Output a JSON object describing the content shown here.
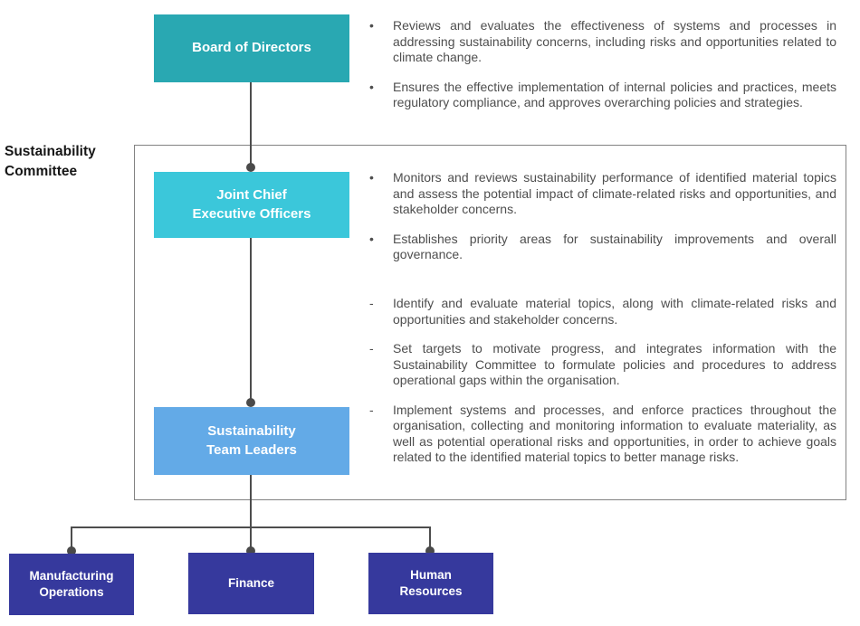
{
  "left_label": {
    "text": "Sustainability\nCommittee"
  },
  "org_chart": {
    "board": {
      "label": "Board of Directors"
    },
    "executives": {
      "label": "Joint Chief\nExecutive Officers"
    },
    "team_leaders": {
      "label": "Sustainability\nTeam Leaders"
    },
    "departments": [
      {
        "label": "Manufacturing\nOperations"
      },
      {
        "label": "Finance"
      },
      {
        "label": "Human\nResources"
      }
    ]
  },
  "points": {
    "board": {
      "marker": "•",
      "items": [
        "Reviews and evaluates the effectiveness of systems and processes in addressing sustainability concerns, including risks and opportunities related to climate change.",
        "Ensures the effective implementation of internal policies and practices, meets regulatory compliance, and approves overarching policies and strategies."
      ]
    },
    "executives": {
      "marker": "•",
      "items": [
        "Monitors and reviews sustainability performance of identified material topics and assess the potential impact of climate-related risks and opportunities, and stakeholder concerns.",
        "Establishes priority areas for sustainability improvements and overall governance."
      ]
    },
    "team_leaders": {
      "marker": "-",
      "items": [
        "Identify and evaluate material topics, along with climate-related risks and opportunities and stakeholder concerns.",
        "Set targets to motivate progress, and integrates information with the Sustainability Committee to formulate policies and procedures to address operational gaps within the organisation.",
        "Implement systems and processes, and enforce practices throughout the organisation, collecting and monitoring information to evaluate materiality, as well as potential operational risks and opportunities, in order to achieve goals related to the identified material topics to better manage risks."
      ]
    }
  },
  "colors": {
    "board_box": "#29A8B2",
    "executives_box": "#3BC7DA",
    "team_leaders_box": "#63AAE7",
    "department_box": "#36399D",
    "connector": "#4D4D4D",
    "frame_border": "#828282",
    "body_text": "#4E4E4E",
    "box_text": "#FFFFFF"
  }
}
